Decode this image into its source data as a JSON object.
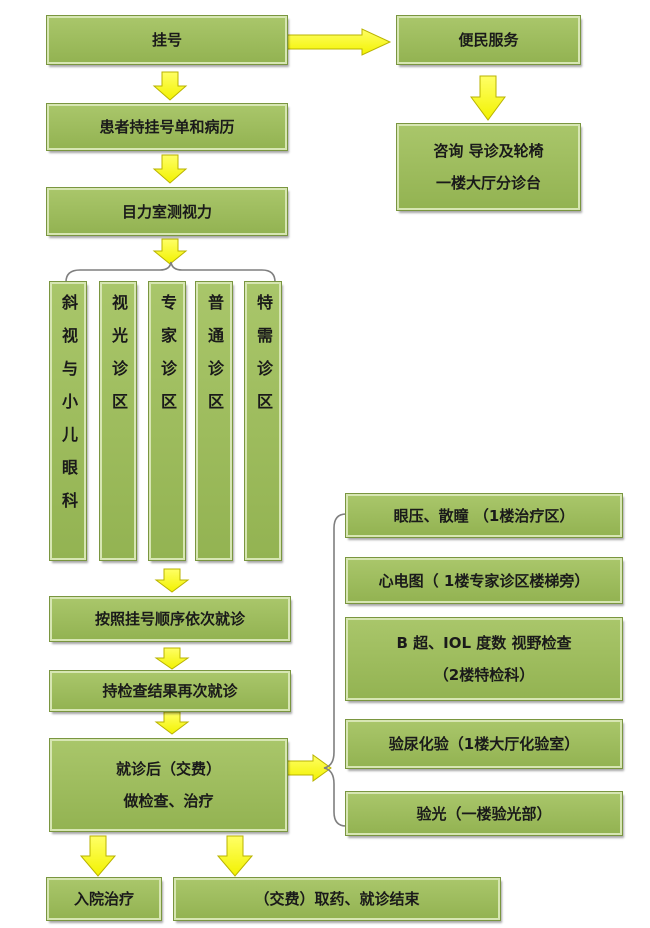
{
  "nodes": {
    "register": "挂号",
    "convenience": "便民服务",
    "consult_line1": "咨询 导诊及轮椅",
    "consult_line2": "一楼大厅分诊台",
    "patient_docs": "患者持挂号单和病历",
    "vision_test": "目力室测视力",
    "zone_strabismus": "斜视与小儿眼科",
    "zone_optometry": "视光诊区",
    "zone_expert": "专家诊区",
    "zone_general": "普通诊区",
    "zone_special": "特需诊区",
    "order_visit": "按照挂号顺序依次就诊",
    "revisit": "持检查结果再次就诊",
    "after_line1": "就诊后（交费）",
    "after_line2": "做检查、治疗",
    "hospitalize": "入院治疗",
    "finish": "（交费）取药、就诊结束",
    "exam_pressure": "眼压、散瞳 （1楼治疗区）",
    "exam_ecg": "心电图（ 1楼专家诊区楼梯旁）",
    "exam_bscan_line1": "B 超、IOL 度数 视野检查",
    "exam_bscan_line2": "（2楼特检科）",
    "exam_lab": "验尿化验（1楼大厅化验室）",
    "exam_optometry": "验光（一楼验光部）"
  },
  "colors": {
    "box_fill": "#9cbb5a",
    "box_border": "#d7e6b3",
    "arrow_fill": "#ffff00",
    "arrow_stroke": "#b9b300",
    "connector": "#7f7f7f"
  }
}
